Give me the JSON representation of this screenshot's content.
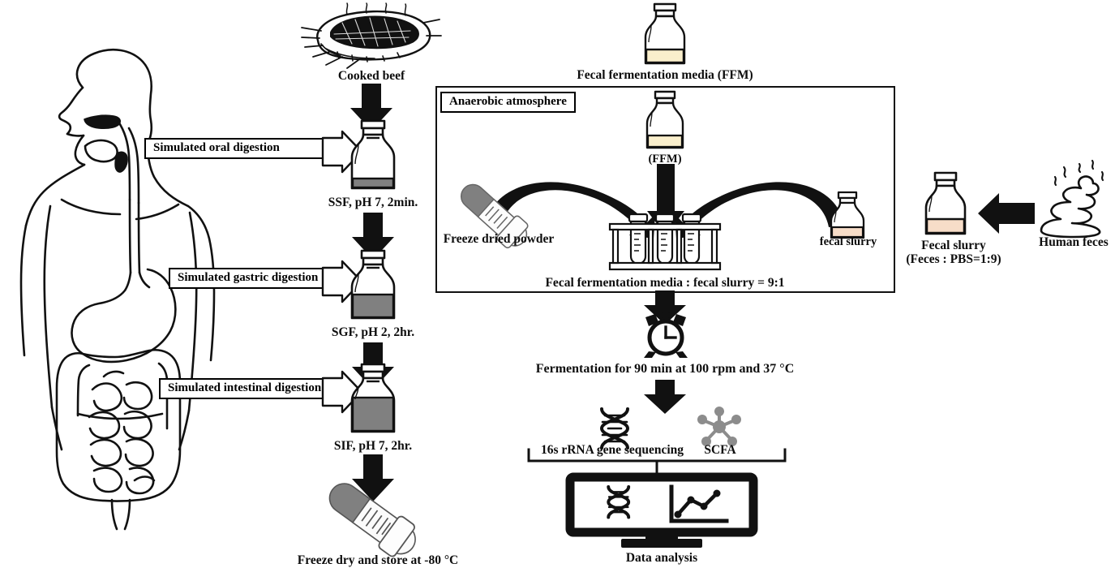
{
  "figure": {
    "title": "In vitro simulated digestion and in vitro fecal fermentation workflow",
    "colors": {
      "ink": "#0d0d0d",
      "arrow_black": "#111111",
      "digesta_gray": "#808080",
      "powder_gray": "#808080",
      "media_cream": "#faefcc",
      "slurry_peach": "#f7ddc8",
      "scfa_gray": "#8c8c8c",
      "background": "#ffffff"
    }
  },
  "left_column": {
    "human_figure_label": "human-digestive-tract-illustration",
    "beef_label": "Cooked beef",
    "steps": [
      {
        "arrow_label": "Simulated oral digestion",
        "vessel_label": "SSF, pH 7, 2min.",
        "fill_level": "low"
      },
      {
        "arrow_label": "Simulated gastric digestion",
        "vessel_label": "SGF, pH 2, 2hr.",
        "fill_level": "medium"
      },
      {
        "arrow_label": "Simulated intestinal digestion",
        "vessel_label": "SIF, pH 7, 2hr.",
        "fill_level": "high"
      }
    ],
    "final_label": "Freeze dry and store at -80 °C"
  },
  "chamber": {
    "title": "Anaerobic atmosphere",
    "top_media_label": "Fecal fermentation media (FFM)",
    "inner_media_label": "(FFM)",
    "powder_label": "Freeze dried powder",
    "slurry_label": "fecal slurry",
    "ratio_label": "Fecal fermentation media : fecal slurry = 9:1",
    "tube_count": 3
  },
  "right_column": {
    "slurry_label_line1": "Fecal slurry",
    "slurry_label_line2": "(Feces : PBS=1:9)",
    "feces_label": "Human feces"
  },
  "bottom_column": {
    "fermentation_label": "Fermentation for 90 min at 100 rpm and 37 °C",
    "analysis_items": [
      {
        "label": "16s rRNA gene sequencing",
        "icon": "dna-helix-icon"
      },
      {
        "label": "SCFA",
        "icon": "scfa-molecule-icon"
      }
    ],
    "data_analysis_label": "Data analysis"
  }
}
